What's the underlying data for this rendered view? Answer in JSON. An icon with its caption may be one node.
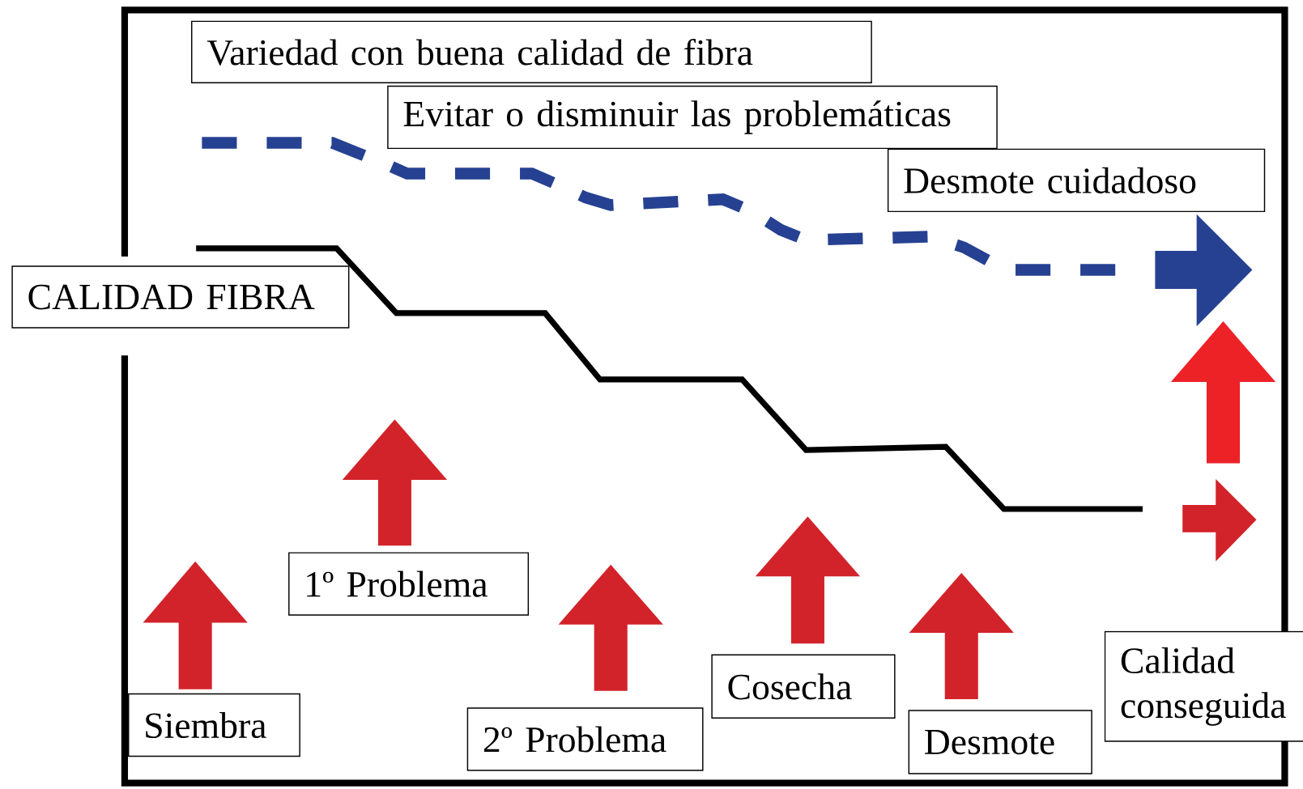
{
  "diagram": {
    "nodes": [
      {
        "text": [
          "Variedad con buena calidad de fibra"
        ]
      },
      {
        "text": [
          "Evitar o disminuir las problemáticas"
        ]
      },
      {
        "text": [
          "Desmote cuidadoso"
        ]
      },
      {
        "text": [
          "CALIDAD FIBRA"
        ]
      },
      {
        "text": [
          "1º Problema"
        ]
      },
      {
        "text": [
          "Siembra"
        ]
      },
      {
        "text": [
          "2º Problema"
        ]
      },
      {
        "text": [
          "Cosecha"
        ]
      },
      {
        "text": [
          "Desmote"
        ]
      },
      {
        "text": [
          "Calidad conseguida"
        ]
      }
    ]
  }
}
